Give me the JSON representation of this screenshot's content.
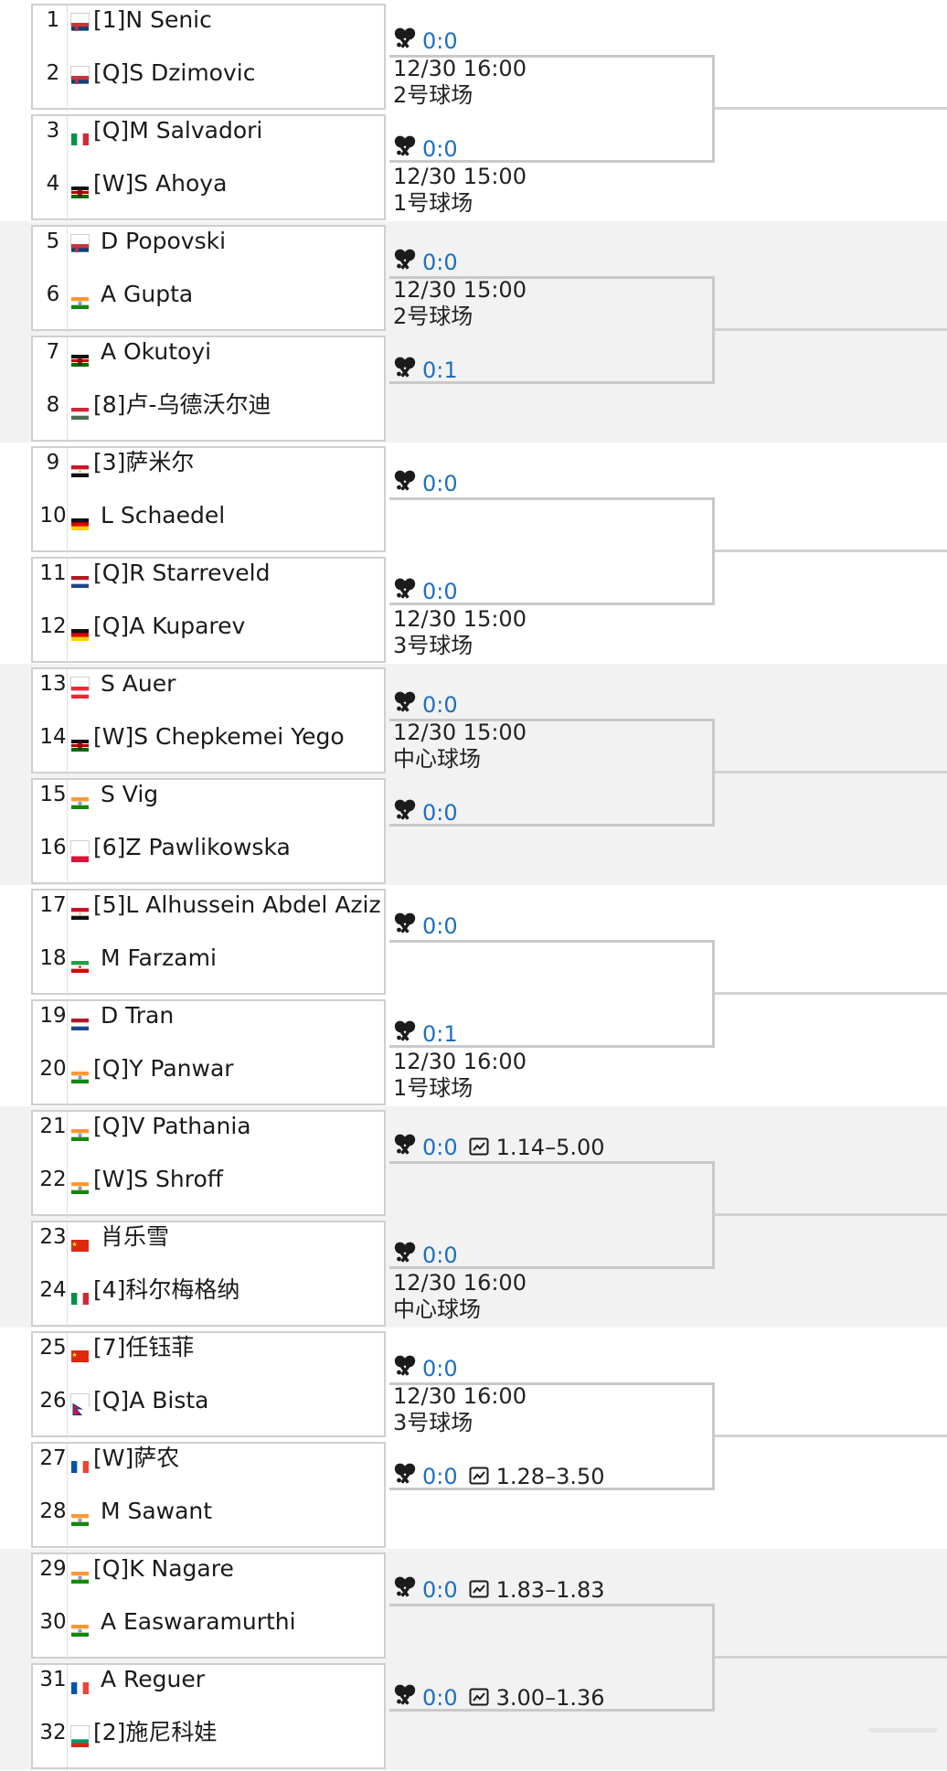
{
  "players": [
    {
      "num": "1",
      "seed": "[1]",
      "name": "N Senic",
      "flag": "srb"
    },
    {
      "num": "2",
      "seed": "[Q]",
      "name": "S Dzimovic",
      "flag": "srb"
    },
    {
      "num": "3",
      "seed": "[Q]",
      "name": "M Salvadori",
      "flag": "ita"
    },
    {
      "num": "4",
      "seed": "[W]",
      "name": "S Ahoya",
      "flag": "ken"
    },
    {
      "num": "5",
      "seed": "",
      "name": "D Popovski",
      "flag": "srb"
    },
    {
      "num": "6",
      "seed": "",
      "name": "A Gupta",
      "flag": "ind"
    },
    {
      "num": "7",
      "seed": "",
      "name": "A Okutoyi",
      "flag": "ken"
    },
    {
      "num": "8",
      "seed": "[8]",
      "name": "卢-乌德沃尔迪",
      "flag": "hun"
    },
    {
      "num": "9",
      "seed": "[3]",
      "name": "萨米尔",
      "flag": "egy"
    },
    {
      "num": "10",
      "seed": "",
      "name": "L Schaedel",
      "flag": "ger"
    },
    {
      "num": "11",
      "seed": "[Q]",
      "name": "R Starreveld",
      "flag": "ned"
    },
    {
      "num": "12",
      "seed": "[Q]",
      "name": "A Kuparev",
      "flag": "ger"
    },
    {
      "num": "13",
      "seed": "",
      "name": "S Auer",
      "flag": "aut"
    },
    {
      "num": "14",
      "seed": "[W]",
      "name": "S Chepkemei Yego",
      "flag": "ken"
    },
    {
      "num": "15",
      "seed": "",
      "name": "S Vig",
      "flag": "ind"
    },
    {
      "num": "16",
      "seed": "[6]",
      "name": "Z Pawlikowska",
      "flag": "pol"
    },
    {
      "num": "17",
      "seed": "[5]",
      "name": "L Alhussein Abdel Aziz",
      "flag": "egy"
    },
    {
      "num": "18",
      "seed": "",
      "name": "M Farzami",
      "flag": "iri"
    },
    {
      "num": "19",
      "seed": "",
      "name": "D Tran",
      "flag": "ned"
    },
    {
      "num": "20",
      "seed": "[Q]",
      "name": "Y Panwar",
      "flag": "ind"
    },
    {
      "num": "21",
      "seed": "[Q]",
      "name": "V Pathania",
      "flag": "ind"
    },
    {
      "num": "22",
      "seed": "[W]",
      "name": "S Shroff",
      "flag": "ind"
    },
    {
      "num": "23",
      "seed": "",
      "name": "肖乐雪",
      "flag": "chn"
    },
    {
      "num": "24",
      "seed": "[4]",
      "name": "科尔梅格纳",
      "flag": "ita"
    },
    {
      "num": "25",
      "seed": "[7]",
      "name": "任钰菲",
      "flag": "chn"
    },
    {
      "num": "26",
      "seed": "[Q]",
      "name": "A Bista",
      "flag": "nep"
    },
    {
      "num": "27",
      "seed": "[W]",
      "name": "萨农",
      "flag": "fra"
    },
    {
      "num": "28",
      "seed": "",
      "name": "M Sawant",
      "flag": "ind"
    },
    {
      "num": "29",
      "seed": "[Q]",
      "name": "K Nagare",
      "flag": "ind"
    },
    {
      "num": "30",
      "seed": "",
      "name": "A Easwaramurthi",
      "flag": "ind"
    },
    {
      "num": "31",
      "seed": "",
      "name": "A Reguer",
      "flag": "fra"
    },
    {
      "num": "32",
      "seed": "[2]",
      "name": "施尼科娃",
      "flag": "bul"
    }
  ],
  "matches": [
    {
      "score": "0:0",
      "odds": "",
      "time": "12/30 16:00",
      "court": "2号球场"
    },
    {
      "score": "0:0",
      "odds": "",
      "time": "12/30 15:00",
      "court": "1号球场"
    },
    {
      "score": "0:0",
      "odds": "",
      "time": "12/30 15:00",
      "court": "2号球场"
    },
    {
      "score": "0:1",
      "odds": "",
      "time": "",
      "court": ""
    },
    {
      "score": "0:0",
      "odds": "",
      "time": "",
      "court": ""
    },
    {
      "score": "0:0",
      "odds": "",
      "time": "12/30 15:00",
      "court": "3号球场"
    },
    {
      "score": "0:0",
      "odds": "",
      "time": "12/30 15:00",
      "court": "中心球场"
    },
    {
      "score": "0:0",
      "odds": "",
      "time": "",
      "court": ""
    },
    {
      "score": "0:0",
      "odds": "",
      "time": "",
      "court": ""
    },
    {
      "score": "0:1",
      "odds": "",
      "time": "12/30 16:00",
      "court": "1号球场"
    },
    {
      "score": "0:0",
      "odds": "1.14–5.00",
      "time": "",
      "court": ""
    },
    {
      "score": "0:0",
      "odds": "",
      "time": "12/30 16:00",
      "court": "中心球场"
    },
    {
      "score": "0:0",
      "odds": "",
      "time": "12/30 16:00",
      "court": "3号球场"
    },
    {
      "score": "0:0",
      "odds": "1.28–3.50",
      "time": "",
      "court": ""
    },
    {
      "score": "0:0",
      "odds": "1.83–1.83",
      "time": "",
      "court": ""
    },
    {
      "score": "0:0",
      "odds": "3.00–1.36",
      "time": "",
      "court": ""
    }
  ],
  "icons": {
    "match": "tennis-crossed-rackets-icon",
    "odds": "odds-chart-icon"
  },
  "colors": {
    "score_blue": "#1f6fc0",
    "shade_band": "#f2f2f2",
    "border": "#cfcfcf"
  }
}
